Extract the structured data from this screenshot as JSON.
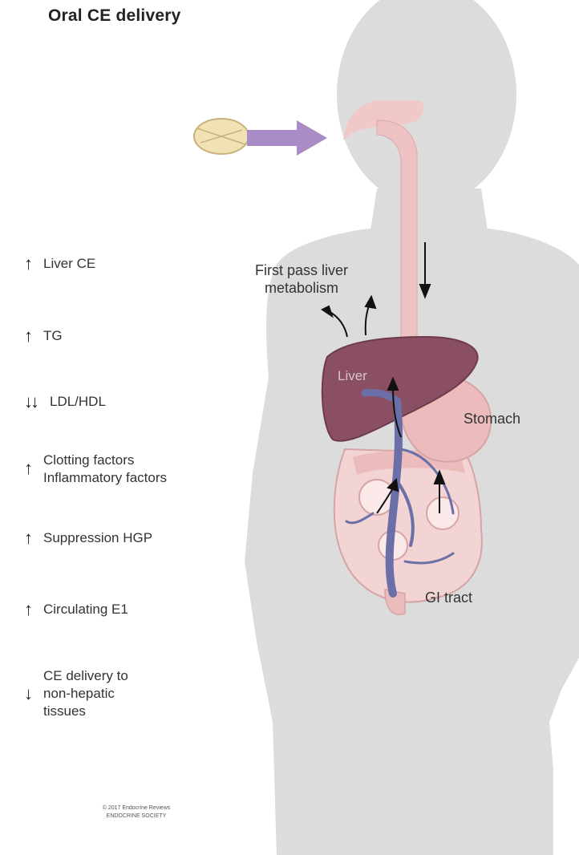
{
  "title": "Oral CE delivery",
  "effects": [
    {
      "arrow": "↑",
      "text": "Liver CE"
    },
    {
      "arrow": "↑",
      "text": "TG"
    },
    {
      "arrow": "↓↓",
      "text": "LDL/HDL"
    },
    {
      "arrow": "↑",
      "text": "Clotting factors\nInflammatory factors"
    },
    {
      "arrow": "↑",
      "text": "Suppression HGP"
    },
    {
      "arrow": "↑",
      "text": "Circulating E1"
    },
    {
      "arrow": "↓",
      "text": "CE delivery to\nnon-hepatic\ntissues"
    }
  ],
  "labels": {
    "first_pass": "First pass liver\nmetabolism",
    "liver": "Liver",
    "stomach": "Stomach",
    "gi_tract": "GI tract"
  },
  "copyright": "© 2017 Endocrine Reviews\nENDOCRINE SOCIETY",
  "colors": {
    "silhouette": "#dcdcdc",
    "liver": "#8a4f63",
    "gut": "#ecbcbc",
    "vein": "#6b6fa8",
    "pill": "#f0e2b4",
    "arrow_purple": "#a98cc6"
  }
}
